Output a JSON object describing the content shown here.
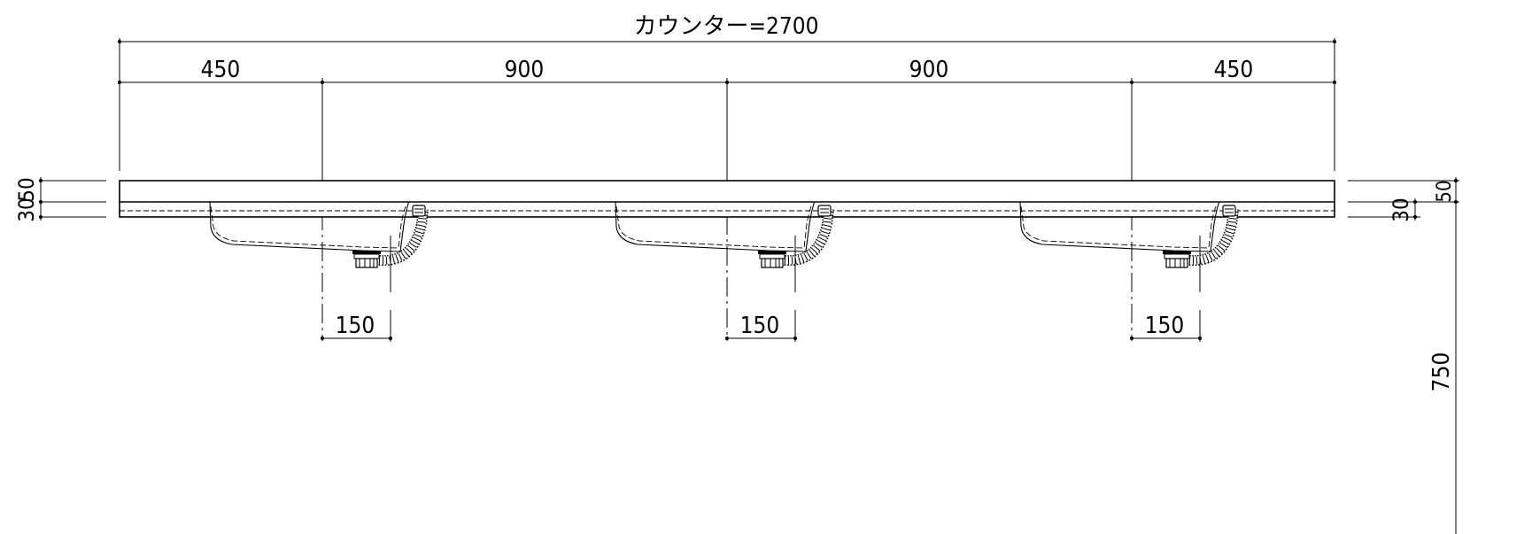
{
  "drawing": {
    "counter_label": "カウンター=2700",
    "spans": [
      "450",
      "900",
      "900",
      "450"
    ],
    "offsets": [
      "150",
      "150",
      "150"
    ],
    "left_dims": [
      "30",
      "50"
    ],
    "right_dims": [
      "30",
      "50"
    ],
    "height_dim": "750"
  }
}
